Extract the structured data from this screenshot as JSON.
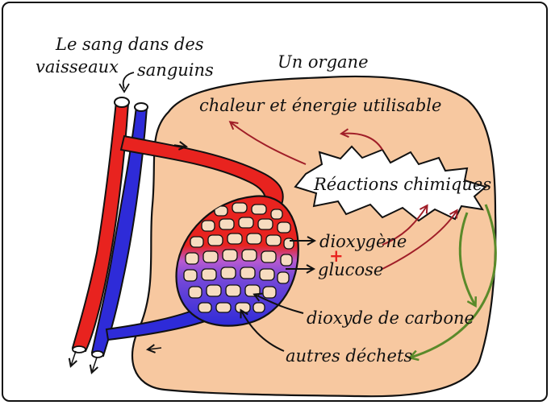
{
  "title_line1": "Le sang dans des",
  "title_line2a": "vaisseaux",
  "title_line2b": "sanguins",
  "organ_label": "Un organe",
  "heat_label": "chaleur et énergie utilisable",
  "reactions_label": "Réactions chimiques",
  "oxygen_label": "dioxygène",
  "plus_sign": "+",
  "glucose_label": "glucose",
  "co2_label": "dioxyde de carbone",
  "waste_label": "autres déchets",
  "colors": {
    "artery": "#e8231f",
    "vein": "#2e2bd8",
    "organ": "#f7c8a0",
    "capillary_mix": "#b85ad0",
    "arrow_red": "#a01e28",
    "arrow_green": "#5a8a2a"
  }
}
